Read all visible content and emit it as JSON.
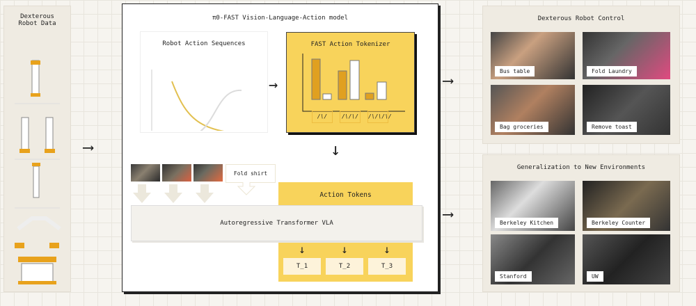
{
  "left": {
    "title_line1": "Dexterous",
    "title_line2": "Robot Data"
  },
  "main": {
    "title": "π0-FAST Vision-Language-Action model",
    "sequences_title": "Robot Action Sequences",
    "tokenizer_title": "FAST Action Tokenizer",
    "tokenizer_chips": [
      "/\\/",
      "/\\/\\/",
      "/\\/\\/\\/"
    ],
    "prompt": "Fold shirt",
    "action_tokens_title": "Action Tokens",
    "transformer": "Autoregressive Transformer VLA",
    "tokens": [
      "T_1",
      "T_2",
      "T_3"
    ]
  },
  "right_top": {
    "title": "Dexterous Robot Control",
    "items": [
      "Bus table",
      "Fold Laundry",
      "Bag groceries",
      "Remove toast"
    ]
  },
  "right_bottom": {
    "title": "Generalization to New Environments",
    "items": [
      "Berkeley Kitchen",
      "Berkeley Counter",
      "Stanford",
      "UW"
    ]
  },
  "colors": {
    "yellow": "#f8d35b",
    "orange": "#e0a020",
    "panel": "#efebe2"
  }
}
